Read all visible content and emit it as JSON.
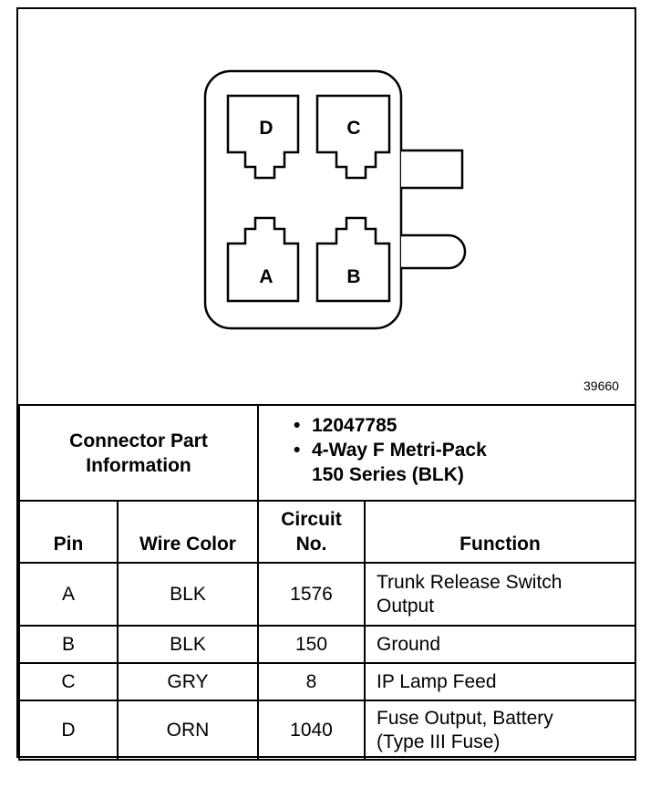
{
  "diagram": {
    "cavities": [
      {
        "label": "D"
      },
      {
        "label": "C"
      },
      {
        "label": "A"
      },
      {
        "label": "B"
      }
    ],
    "figure_number": "39660"
  },
  "connector_info": {
    "label_line1": "Connector Part",
    "label_line2": "Information",
    "items": [
      {
        "bullet": "•",
        "text": "12047785"
      },
      {
        "bullet": "•",
        "text": "4-Way F Metri-Pack"
      },
      {
        "bullet": "",
        "text": "150 Series (BLK)"
      }
    ]
  },
  "pin_table": {
    "headers": {
      "pin": "Pin",
      "wire_color": "Wire Color",
      "circuit_line1": "Circuit",
      "circuit_line2": "No.",
      "function": "Function"
    },
    "rows": [
      {
        "pin": "A",
        "wire_color": "BLK",
        "circuit": "1576",
        "function_line1": "Trunk Release Switch",
        "function_line2": "Output"
      },
      {
        "pin": "B",
        "wire_color": "BLK",
        "circuit": "150",
        "function_line1": "Ground",
        "function_line2": ""
      },
      {
        "pin": "C",
        "wire_color": "GRY",
        "circuit": "8",
        "function_line1": "IP Lamp Feed",
        "function_line2": ""
      },
      {
        "pin": "D",
        "wire_color": "ORN",
        "circuit": "1040",
        "function_line1": "Fuse Output, Battery",
        "function_line2": "(Type III Fuse)"
      }
    ]
  }
}
